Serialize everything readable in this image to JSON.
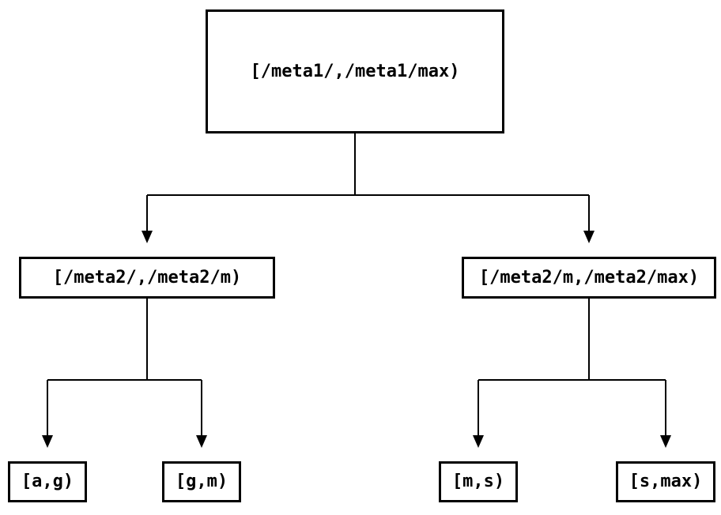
{
  "diagram": {
    "type": "tree",
    "colors": {
      "line": "#000000",
      "text": "#000000",
      "node_fill": "#ffffff",
      "background": "#ffffff"
    },
    "nodes": {
      "root": {
        "label": "[/meta1/,/meta1/max)"
      },
      "meta2_left": {
        "label": "[/meta2/,/meta2/m)"
      },
      "meta2_right": {
        "label": "[/meta2/m,/meta2/max)"
      },
      "leaf_ag": {
        "label": "[a,g)"
      },
      "leaf_gm": {
        "label": "[g,m)"
      },
      "leaf_ms": {
        "label": "[m,s)"
      },
      "leaf_smax": {
        "label": "[s,max)"
      }
    },
    "edges": [
      {
        "from": "root",
        "to": "meta2_left",
        "arrowhead": "filled-triangle-down"
      },
      {
        "from": "root",
        "to": "meta2_right",
        "arrowhead": "filled-triangle-down"
      },
      {
        "from": "meta2_left",
        "to": "leaf_ag",
        "arrowhead": "filled-triangle-down"
      },
      {
        "from": "meta2_left",
        "to": "leaf_gm",
        "arrowhead": "filled-triangle-down"
      },
      {
        "from": "meta2_right",
        "to": "leaf_ms",
        "arrowhead": "filled-triangle-down"
      },
      {
        "from": "meta2_right",
        "to": "leaf_smax",
        "arrowhead": "filled-triangle-down"
      }
    ]
  }
}
